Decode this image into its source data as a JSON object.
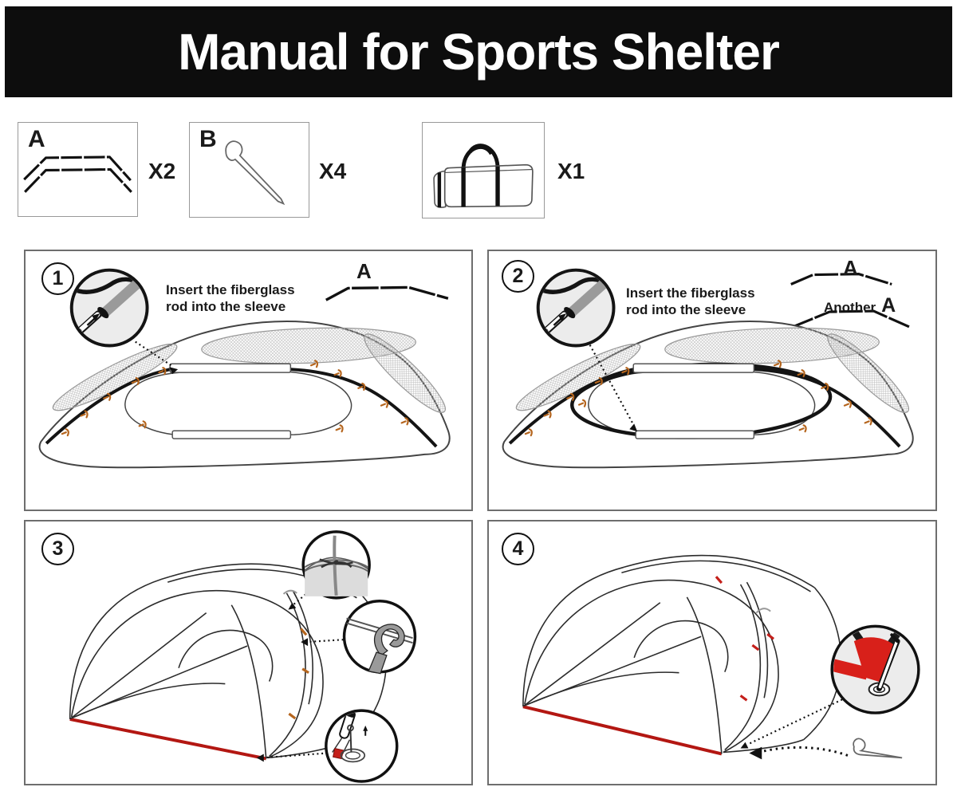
{
  "header": {
    "title": "Manual for Sports Shelter"
  },
  "parts_list": {
    "part_a": {
      "label": "A",
      "qty": "X2",
      "illustration": "two-segmented-tent-poles"
    },
    "part_b": {
      "label": "B",
      "qty": "X4",
      "illustration": "hook-stake-peg"
    },
    "bag": {
      "qty": "X1",
      "illustration": "carry-bag"
    }
  },
  "steps": {
    "s1": {
      "num": "1",
      "line1": "Insert the fiberglass",
      "line2": "rod into the sleeve",
      "rod_label": "A"
    },
    "s2": {
      "num": "2",
      "line1": "Insert the fiberglass",
      "line2": "rod into the sleeve",
      "rod_label": "A",
      "rod2_prefix": "Another",
      "rod2_label": "A"
    },
    "s3": {
      "num": "3"
    },
    "s4": {
      "num": "4"
    }
  },
  "colors": {
    "header_bg": "#0d0d0d",
    "header_text": "#ffffff",
    "accent_red": "#c2201a",
    "ground_red": "#b31712",
    "tie_orange": "#b5651d",
    "mesh_hatch_gray": "#bbbbbb",
    "panel_border": "#6e6e6e",
    "box_border": "#999999"
  }
}
